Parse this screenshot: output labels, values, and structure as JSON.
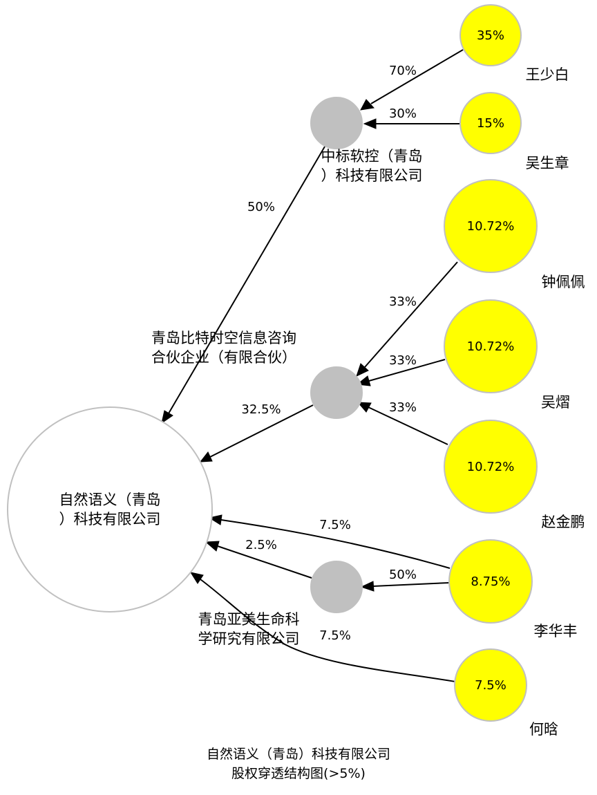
{
  "caption": {
    "line1": "自然语义（青岛）科技有限公司",
    "line2": "股权穿透结构图(>5%)"
  },
  "colors": {
    "person_fill": "#ffff00",
    "company_fill": "#c0c0c0",
    "target_fill": "#ffffff",
    "node_stroke": "#c0c0c0",
    "edge": "#000000"
  },
  "nodes": [
    {
      "id": "main",
      "kind": "target",
      "inner": [
        "自然语义（青岛",
        "）科技有限公司"
      ],
      "label": []
    },
    {
      "id": "zb",
      "kind": "company",
      "inner": [],
      "label": [
        "中标软控（青岛",
        "）科技有限公司"
      ]
    },
    {
      "id": "qd",
      "kind": "company",
      "inner": [],
      "label": [
        "青岛比特时空信息咨询",
        "合伙企业（有限合伙）"
      ]
    },
    {
      "id": "ya",
      "kind": "company",
      "inner": [],
      "label": [
        "青岛亚美生命科",
        "学研究有限公司"
      ]
    },
    {
      "id": "wsb",
      "kind": "person",
      "inner": [
        "35%"
      ],
      "label": [
        "王少白"
      ]
    },
    {
      "id": "wsz",
      "kind": "person",
      "inner": [
        "15%"
      ],
      "label": [
        "吴生章"
      ]
    },
    {
      "id": "zpp",
      "kind": "person",
      "inner": [
        "10.72%"
      ],
      "label": [
        "钟佩佩"
      ]
    },
    {
      "id": "wy",
      "kind": "person",
      "inner": [
        "10.72%"
      ],
      "label": [
        "吴熠"
      ]
    },
    {
      "id": "zjp",
      "kind": "person",
      "inner": [
        "10.72%"
      ],
      "label": [
        "赵金鹏"
      ]
    },
    {
      "id": "lhf",
      "kind": "person",
      "inner": [
        "8.75%"
      ],
      "label": [
        "李华丰"
      ]
    },
    {
      "id": "hh",
      "kind": "person",
      "inner": [
        "7.5%"
      ],
      "label": [
        "何晗"
      ]
    }
  ],
  "edges": [
    {
      "id": "e-wsb-zb",
      "from": "wsb",
      "to": "zb",
      "pct": "70%"
    },
    {
      "id": "e-wsz-zb",
      "from": "wsz",
      "to": "zb",
      "pct": "30%"
    },
    {
      "id": "e-zb-main",
      "from": "zb",
      "to": "main",
      "pct": "50%"
    },
    {
      "id": "e-zpp-qd",
      "from": "zpp",
      "to": "qd",
      "pct": "33%"
    },
    {
      "id": "e-wy-qd",
      "from": "wy",
      "to": "qd",
      "pct": "33%"
    },
    {
      "id": "e-zjp-qd",
      "from": "zjp",
      "to": "qd",
      "pct": "33%"
    },
    {
      "id": "e-qd-main",
      "from": "qd",
      "to": "main",
      "pct": "32.5%"
    },
    {
      "id": "e-lhf-main",
      "from": "lhf",
      "to": "main",
      "pct": "7.5%"
    },
    {
      "id": "e-lhf-ya",
      "from": "lhf",
      "to": "ya",
      "pct": "50%"
    },
    {
      "id": "e-ya-main",
      "from": "ya",
      "to": "main",
      "pct": "2.5%"
    },
    {
      "id": "e-hh-main",
      "from": "hh",
      "to": "main",
      "pct": "7.5%"
    }
  ]
}
